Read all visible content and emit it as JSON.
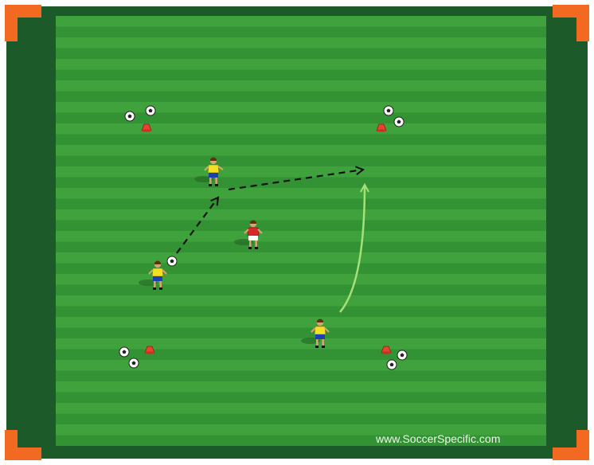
{
  "drill": {
    "watermark": "www.SoccerSpecific.com",
    "colors": {
      "outer_border": "#1d5a2a",
      "stripe_light": "#3fa23c",
      "stripe_dark": "#339233",
      "corner_flag": "#f26a21",
      "pass_arrow": "#111111",
      "run_arrow": "#a6e07a",
      "attacker_shirt": "#f2e022",
      "attacker_shorts": "#1d3fb0",
      "defender_shirt": "#d62a2a",
      "defender_shorts": "#ffffff",
      "cone": "#e8432f",
      "skin": "#d9a273",
      "hair": "#5a3410"
    },
    "players": [
      {
        "team": "attacker",
        "has_ball": false
      },
      {
        "team": "attacker",
        "has_ball": true
      },
      {
        "team": "defender",
        "has_ball": false
      },
      {
        "team": "attacker",
        "has_ball": false
      }
    ],
    "arrows": [
      {
        "kind": "pass",
        "style": "dashed"
      },
      {
        "kind": "pass",
        "style": "dashed"
      },
      {
        "kind": "run",
        "style": "solid-curved"
      }
    ],
    "equipment_groups": [
      {
        "corner": "top-left",
        "balls": 2,
        "cones": 1
      },
      {
        "corner": "top-right",
        "balls": 2,
        "cones": 1
      },
      {
        "corner": "bottom-left",
        "balls": 2,
        "cones": 1
      },
      {
        "corner": "bottom-right",
        "balls": 2,
        "cones": 1
      }
    ]
  }
}
